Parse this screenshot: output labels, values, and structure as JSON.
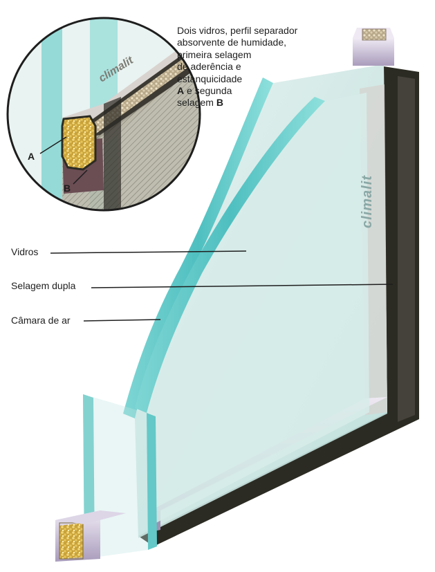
{
  "caption": {
    "line1": "Dois vidros, perfil separador",
    "line2": "absorvente de humidade,",
    "line3": "primeira selagem",
    "line4": "de aderência e",
    "line5": "estanquicidade",
    "marker_a": "A",
    "line6_rest": " e segunda",
    "line7_start": "selagem ",
    "marker_b": "B"
  },
  "labels": {
    "glass": "Vidros",
    "double_seal": "Selagem dupla",
    "air_chamber": "Câmara de ar"
  },
  "inset": {
    "marker_a": "A",
    "marker_b": "B",
    "brand_spacer": "climalit"
  },
  "brand_pane": "climalit",
  "colors": {
    "glass_face": "#cfe8e4",
    "glass_edge": "#5ec8c9",
    "dark_seal": "#2a2a22",
    "spacer": "#c9c0d6"
  }
}
